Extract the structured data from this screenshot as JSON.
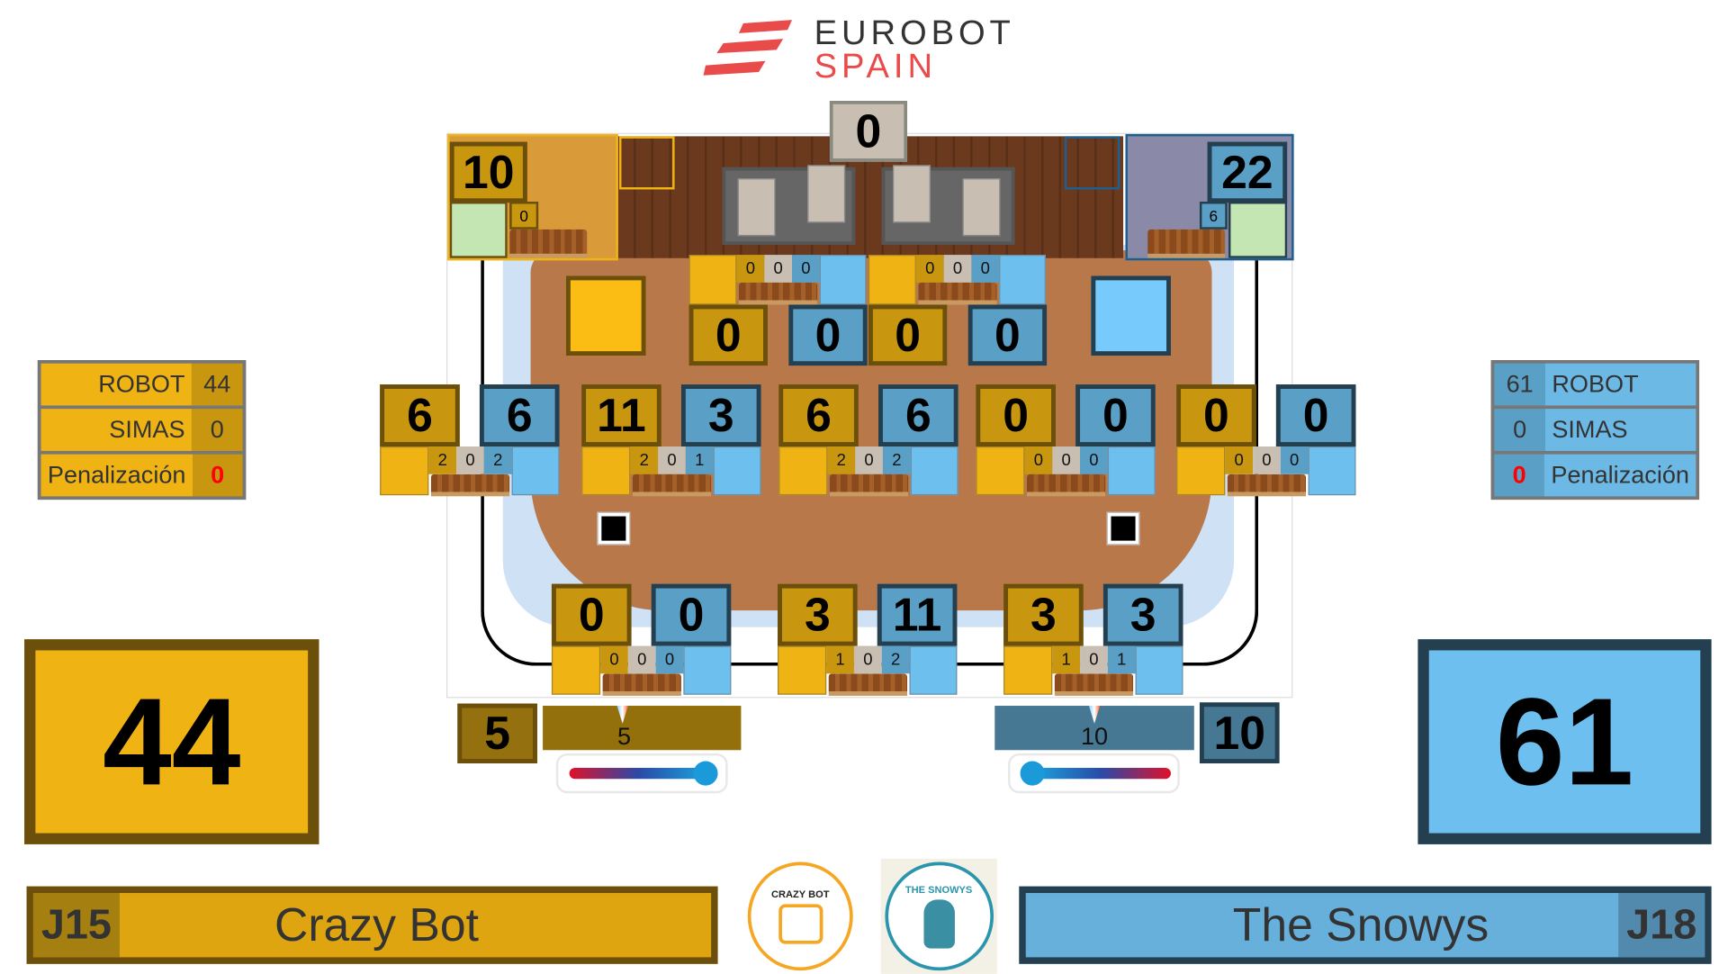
{
  "header": {
    "brand_line1": "EUROBOT",
    "brand_line2": "SPAIN"
  },
  "colors": {
    "yellow": "#efb314",
    "yellow_dark": "#c8960f",
    "blue": "#6dbfee",
    "blue_dark": "#5a9fc5",
    "penalty": "#ff0000"
  },
  "field": {
    "center_top_score": "0",
    "yellow_nest_score": "10",
    "yellow_nest_small": "0",
    "blue_nest_score": "22",
    "blue_nest_small": "6",
    "top_groups": [
      {
        "nums": [
          "0",
          "0",
          "0"
        ],
        "yellow": "0",
        "blue": "0"
      },
      {
        "nums": [
          "0",
          "0",
          "0"
        ],
        "yellow": "0",
        "blue": "0"
      }
    ],
    "middle_groups": [
      {
        "yellow": "6",
        "blue": "6",
        "nums": [
          "2",
          "0",
          "2"
        ]
      },
      {
        "yellow": "11",
        "blue": "3",
        "nums": [
          "2",
          "0",
          "1"
        ]
      },
      {
        "yellow": "6",
        "blue": "6",
        "nums": [
          "2",
          "0",
          "2"
        ]
      },
      {
        "yellow": "0",
        "blue": "0",
        "nums": [
          "0",
          "0",
          "0"
        ]
      },
      {
        "yellow": "0",
        "blue": "0",
        "nums": [
          "0",
          "0",
          "0"
        ]
      }
    ],
    "bottom_groups": [
      {
        "yellow": "0",
        "blue": "0",
        "nums": [
          "0",
          "0",
          "0"
        ]
      },
      {
        "yellow": "3",
        "blue": "11",
        "nums": [
          "1",
          "0",
          "2"
        ]
      },
      {
        "yellow": "3",
        "blue": "3",
        "nums": [
          "1",
          "0",
          "1"
        ]
      }
    ]
  },
  "yellow_team": {
    "panel": [
      {
        "label": "ROBOT",
        "value": "44"
      },
      {
        "label": "SIMAS",
        "value": "0"
      },
      {
        "label": "Penalización",
        "value": "0"
      }
    ],
    "total": "44",
    "thermo_score": "5",
    "thermo_bar_value": "5",
    "code": "J15",
    "name": "Crazy Bot",
    "logo_text": "CRAZY BOT"
  },
  "blue_team": {
    "panel": [
      {
        "label": "ROBOT",
        "value": "61"
      },
      {
        "label": "SIMAS",
        "value": "0"
      },
      {
        "label": "Penalización",
        "value": "0"
      }
    ],
    "total": "61",
    "thermo_score": "10",
    "thermo_bar_value": "10",
    "code": "J18",
    "name": "The Snowys",
    "logo_text": "THE SNOWYS"
  }
}
